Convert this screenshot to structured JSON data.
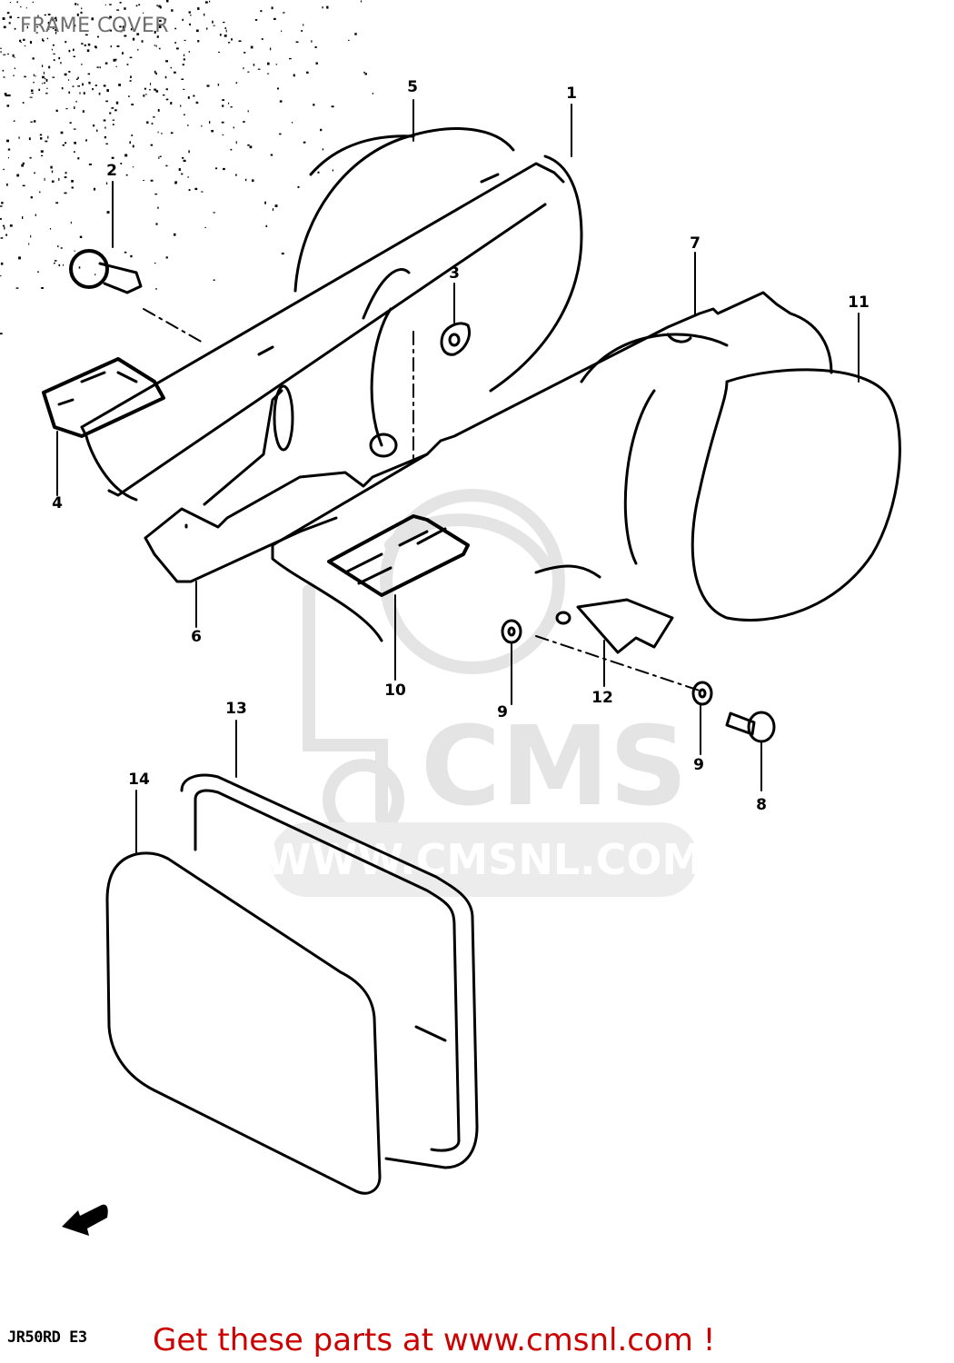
{
  "diagram": {
    "title": "FRAME COVER",
    "model_code": "JR50RD E3",
    "call_to_action": "Get these parts at www.cmsnl.com !",
    "call_to_action_color": "#cc0000",
    "watermark": {
      "logo_text": "CMS",
      "url_text": "WWW.CMSNL.COM",
      "color": "#e6e6e6"
    },
    "front_arrow": "front-direction-arrow",
    "callouts": [
      {
        "label": "1",
        "part": "frame cover (left)"
      },
      {
        "label": "2",
        "part": "knob screw"
      },
      {
        "label": "3",
        "part": "grommet"
      },
      {
        "label": "4",
        "part": "emblem"
      },
      {
        "label": "5",
        "part": "cover seal"
      },
      {
        "label": "6",
        "part": "lower cover"
      },
      {
        "label": "7",
        "part": "frame cover (right)"
      },
      {
        "label": "8",
        "part": "screw"
      },
      {
        "label": "9",
        "part": "washer"
      },
      {
        "label": "10",
        "part": "emblem"
      },
      {
        "label": "11",
        "part": "cover seal"
      },
      {
        "label": "12",
        "part": "bracket"
      },
      {
        "label": "13",
        "part": "lid gasket"
      },
      {
        "label": "14",
        "part": "lid"
      }
    ]
  }
}
